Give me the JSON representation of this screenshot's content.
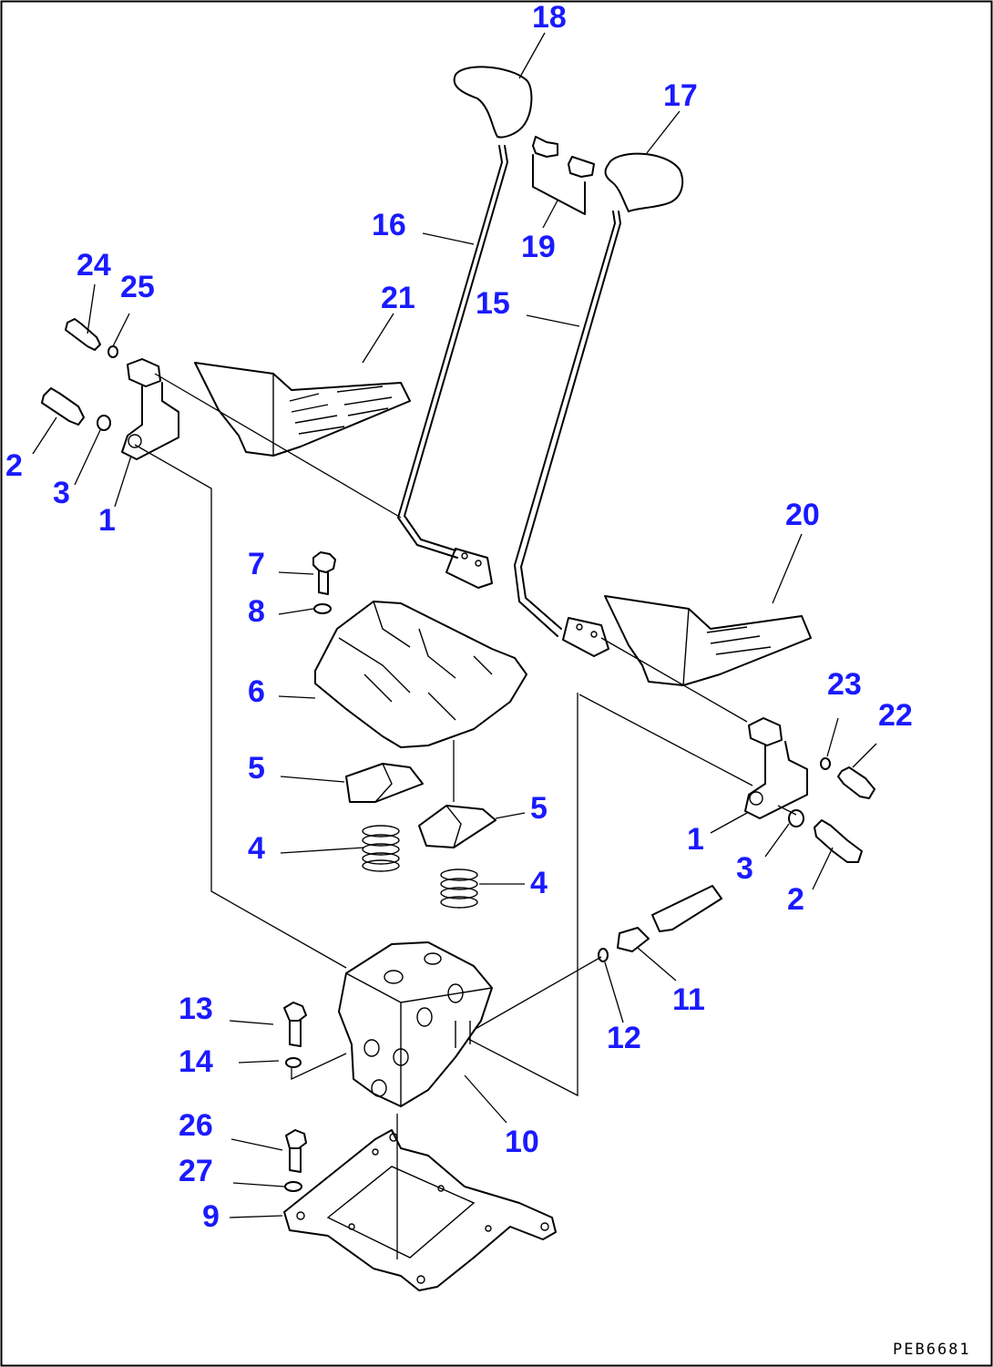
{
  "drawing_code": "PEB6681",
  "labels": {
    "l1a": "1",
    "l1b": "1",
    "l2a": "2",
    "l2b": "2",
    "l3a": "3",
    "l3b": "3",
    "l4a": "4",
    "l4b": "4",
    "l5a": "5",
    "l5b": "5",
    "l6": "6",
    "l7": "7",
    "l8": "8",
    "l9": "9",
    "l10": "10",
    "l11": "11",
    "l12": "12",
    "l13": "13",
    "l14": "14",
    "l15": "15",
    "l16": "16",
    "l17": "17",
    "l18": "18",
    "l19": "19",
    "l20": "20",
    "l21": "21",
    "l22": "22",
    "l23": "23",
    "l24": "24",
    "l25": "25",
    "l26": "26",
    "l27": "27"
  },
  "colors": {
    "callout": "#1a1aff",
    "line": "#000000",
    "background": "#ffffff"
  }
}
